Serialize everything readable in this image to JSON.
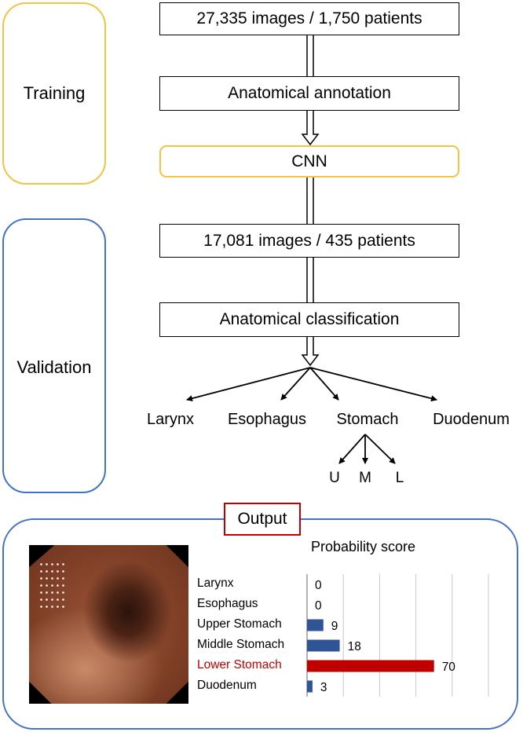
{
  "phases": {
    "training": {
      "label": "Training",
      "color": "#F5C242"
    },
    "validation": {
      "label": "Validation",
      "color": "#4472C4"
    }
  },
  "flow": {
    "dataset_training": "27,335 images / 1,750 patients",
    "annotation": "Anatomical annotation",
    "model": "CNN",
    "dataset_validation": "17,081 images / 435 patients",
    "classification": "Anatomical classification"
  },
  "classes": [
    "Larynx",
    "Esophagus",
    "Stomach",
    "Duodenum"
  ],
  "stomach_regions": [
    "U",
    "M",
    "L"
  ],
  "output": {
    "title": "Output",
    "title_color": "#C00000",
    "frame_color": "#4472C4",
    "image_icon": "endoscopy-image"
  },
  "chart_data": {
    "type": "bar",
    "orientation": "horizontal",
    "title": "Probability score",
    "categories": [
      "Larynx",
      "Esophagus",
      "Upper Stomach",
      "Middle Stomach",
      "Lower Stomach",
      "Duodenum"
    ],
    "values": [
      0,
      0,
      9,
      18,
      70,
      3
    ],
    "highlight": "Lower Stomach",
    "xlim": [
      0,
      100
    ],
    "grid": true,
    "bar_color": "#2F5597",
    "highlight_color": "#C00000"
  }
}
